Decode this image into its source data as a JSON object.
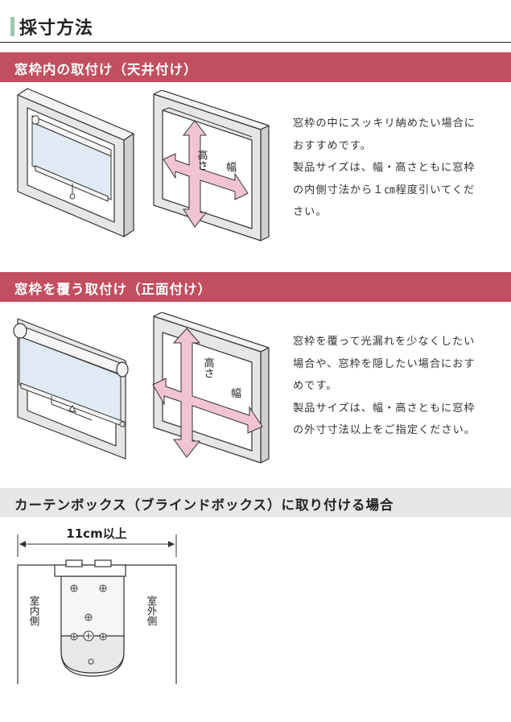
{
  "page_title": "採寸方法",
  "section_inside": {
    "heading": "窓枠内の取付け（天井付け）",
    "label_height": "高さ",
    "label_width": "幅",
    "description": [
      "窓枠の中にスッキリ納めたい場合に",
      "おすすめです。",
      "製品サイズは、幅・高さともに窓枠",
      "の内側寸法から１㎝程度引いてくだ",
      "さい。"
    ]
  },
  "section_outside": {
    "heading": "窓枠を覆う取付け（正面付け）",
    "label_height": "高さ",
    "label_width": "幅",
    "description": [
      "窓枠を覆って光漏れを少なくしたい",
      "場合や、窓枠を隠したい場合におす",
      "めです。",
      "製品サイズは、幅・高さともに窓枠",
      "の外寸寸法以上をご指定ください。"
    ]
  },
  "section_box": {
    "heading": "カーテンボックス（ブラインドボックス）に取り付ける場合",
    "dimension": "11cm以上",
    "label_inside": "室内側",
    "label_outside": "室外側"
  },
  "colors": {
    "band": "#c24f5f",
    "title_accent": "#9cc8b0",
    "arrow": "#f2c4d2",
    "blind": "#dfeaf5",
    "frame": "#e6e6e6"
  },
  "icons": [
    "window-frame-icon",
    "roller-blind-icon",
    "double-arrow-icon",
    "bracket-icon",
    "screw-icon"
  ]
}
